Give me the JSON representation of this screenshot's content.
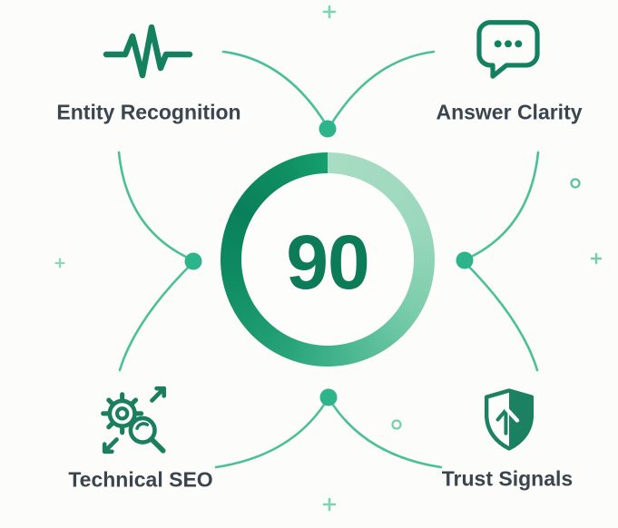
{
  "score": {
    "value": "90"
  },
  "factors": [
    {
      "label": "Entity Recognition",
      "icon": "pulse-waveform-icon",
      "position": "top-left"
    },
    {
      "label": "Answer Clarity",
      "icon": "chat-bubble-dots-icon",
      "position": "top-right"
    },
    {
      "label": "Technical SEO",
      "icon": "gear-magnifier-icon",
      "position": "bottom-left"
    },
    {
      "label": "Trust Signals",
      "icon": "shield-arrow-icon",
      "position": "bottom-right"
    }
  ],
  "colors": {
    "score_text": "#0d7b58",
    "label_text": "#3a454d",
    "icon_green": "#15805e",
    "connector_green": "#4abf99",
    "node_dot_green": "#2eb48b",
    "ring_light_green": "#a9dcc4",
    "ring_dark_green": "#0a805a",
    "decoration_teal": "#7dd3b6",
    "background": "#fcfcfb"
  }
}
